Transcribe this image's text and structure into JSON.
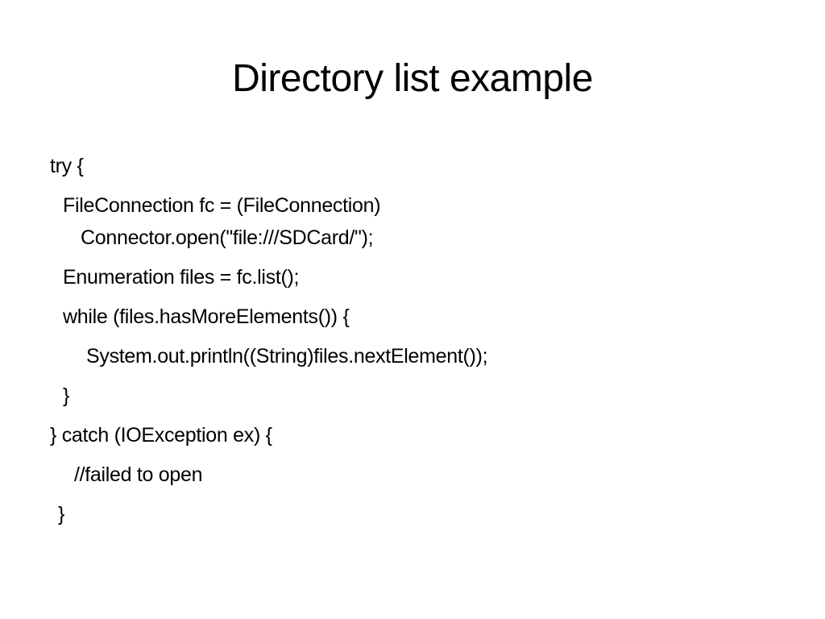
{
  "slide": {
    "title": "Directory list example",
    "code_lines": [
      "try {",
      "FileConnection fc = (FileConnection)",
      "Connector.open(\"file:///SDCard/\");",
      "Enumeration files = fc.list();",
      "while (files.hasMoreElements()) {",
      "System.out.println((String)files.nextElement());",
      "}",
      "} catch (IOException ex) {",
      "//failed to open",
      "}"
    ]
  }
}
